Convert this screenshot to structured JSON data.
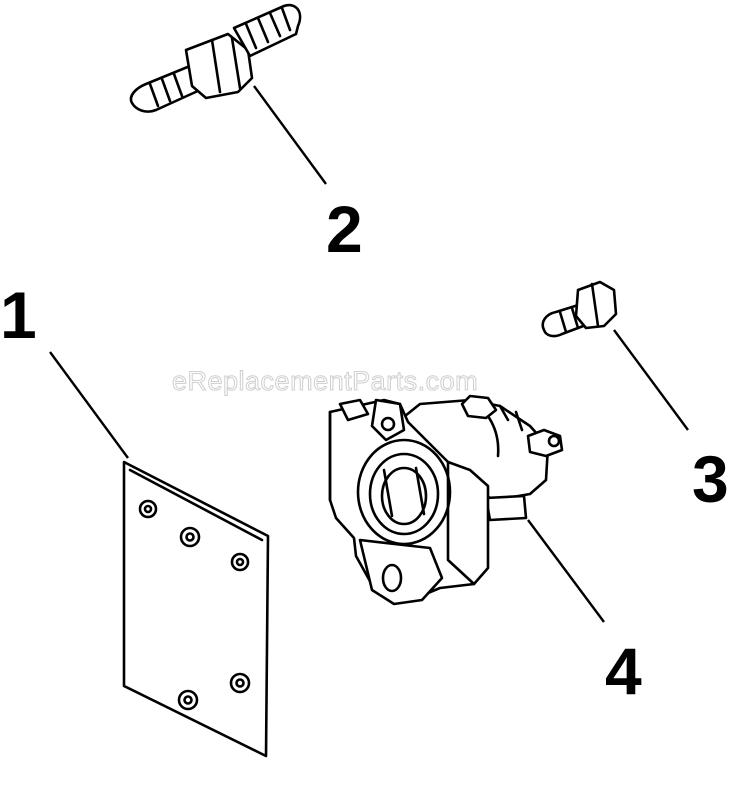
{
  "watermark": "eReplacementParts.com",
  "callouts": [
    {
      "id": "1",
      "label": "1"
    },
    {
      "id": "2",
      "label": "2"
    },
    {
      "id": "3",
      "label": "3"
    },
    {
      "id": "4",
      "label": "4"
    }
  ]
}
